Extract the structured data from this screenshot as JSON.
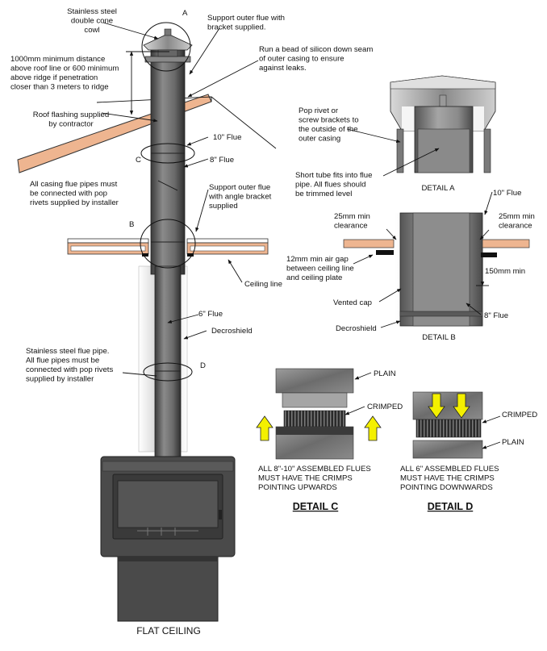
{
  "colors": {
    "flue": "#6f6f6f",
    "flue_dark": "#3e3e3e",
    "roof": "#eeb590",
    "board": "#eeb590",
    "stove": "#4a4a4a",
    "arrow_fill": "#f4f000"
  },
  "labels": {
    "cowl": "Stainless steel\ndouble cone\ncowl",
    "marker_a": "A",
    "support_outer": "Support outer flue with\nbracket supplied.",
    "silicon": "Run a bead of silicon down seam\nof outer casing to ensure\nagainst leaks.",
    "min_distance": "1000mm minimum distance\nabove roof line or 600 minimum\nabove ridge if penetration\ncloser than 3 meters to ridge",
    "roof_flashing": "Roof flashing supplied\nby contractor",
    "flue10": "10\" Flue",
    "flue8": "8\" Flue",
    "marker_c": "C",
    "casing_pipes": "All casing flue pipes must\nbe connected with pop\nrivets supplied by installer",
    "support_angle": "Support outer flue\nwith angle bracket\nsupplied",
    "marker_b": "B",
    "ceiling_line": "Ceiling line",
    "flue6": "6\" Flue",
    "decroshield": "Decroshield",
    "stainless_pipe": "Stainless steel flue pipe.\nAll flue pipes must be\nconnected with pop rivets\nsupplied by installer",
    "marker_d": "D",
    "flat_ceiling": "FLAT CEILING"
  },
  "detail_a": {
    "pop_rivet": "Pop rivet or\nscrew brackets to\nthe outside of the\nouter casing",
    "short_tube": "Short tube fits into flue\npipe. All flues should\nbe trimmed level",
    "title": "DETAIL A"
  },
  "detail_b": {
    "flue10": "10\" Flue",
    "clear_left": "25mm min\nclearance",
    "clear_right": "25mm min\nclearance",
    "air_gap": "12mm min air gap\nbetween ceiling line\nand ceiling plate",
    "min150": "150mm min",
    "vented_cap": "Vented cap",
    "flue8": "8\" Flue",
    "decroshield": "Decroshield",
    "title": "DETAIL B"
  },
  "detail_c": {
    "plain": "PLAIN",
    "crimped": "CRIMPED",
    "note": "ALL 8\"-10\" ASSEMBLED FLUES\nMUST HAVE THE CRIMPS\nPOINTING UPWARDS",
    "title": "DETAIL C"
  },
  "detail_d": {
    "crimped": "CRIMPED",
    "plain": "PLAIN",
    "note": "ALL 6\" ASSEMBLED FLUES\nMUST HAVE THE CRIMPS\nPOINTING DOWNWARDS",
    "title": "DETAIL D"
  }
}
